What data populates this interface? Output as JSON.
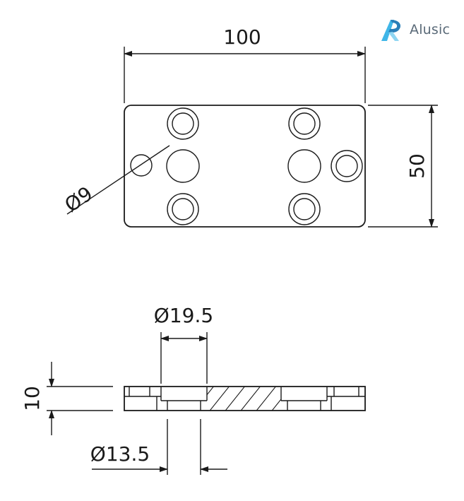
{
  "brand": {
    "name": "Alusic",
    "logo_colors": [
      "#3fb6e8",
      "#2a7fb8",
      "#8fd6f2"
    ]
  },
  "top_view": {
    "width_dimension": "100",
    "height_dimension": "50",
    "hole_dimension": "Ø9"
  },
  "section_view": {
    "counterbore_dimension": "Ø19.5",
    "hole_dimension": "Ø13.5",
    "thickness_dimension": "10"
  },
  "colors": {
    "line": "#1a1a1a"
  }
}
